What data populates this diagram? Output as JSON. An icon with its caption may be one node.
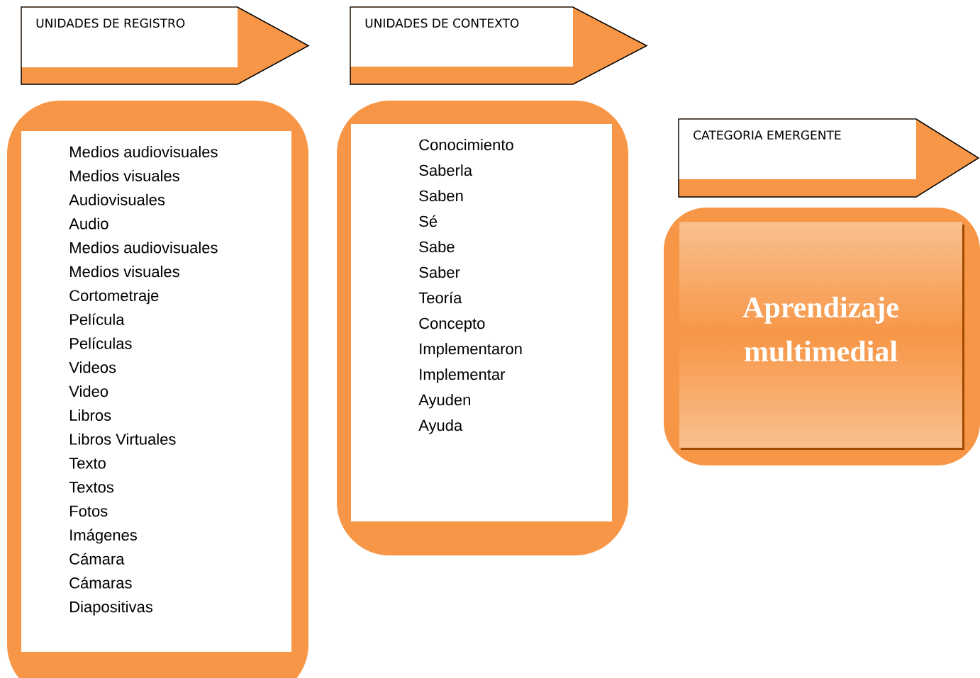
{
  "diagram": {
    "nodes": [
      {
        "text": [
          "UNIDADES DE REGISTRO"
        ]
      },
      {
        "text": [
          "UNIDADES DE CONTEXTO"
        ]
      },
      {
        "text": [
          "Medios audiovisuales",
          "Medios visuales",
          "Audiovisuales",
          "Audio",
          "Medios audiovisuales",
          "Medios visuales",
          "Cortometraje",
          "Película",
          "Películas",
          "Videos",
          "Video",
          "Libros",
          "Libros Virtuales",
          "Texto",
          "Textos",
          "Fotos",
          "Imágenes",
          "Cámara",
          "Cámaras",
          "Diapositivas"
        ]
      },
      {
        "text": [
          "Conocimiento",
          "Saberla",
          "Saben",
          "Sé",
          "Sabe",
          "Saber",
          "Teoría",
          "Concepto",
          "Implementaron",
          "Implementar",
          "Ayuden",
          "Ayuda"
        ]
      },
      {
        "text": [
          "CATEGORIA EMERGENTE"
        ]
      },
      {
        "text": [
          "Aprendizaje multimedial"
        ]
      }
    ]
  }
}
